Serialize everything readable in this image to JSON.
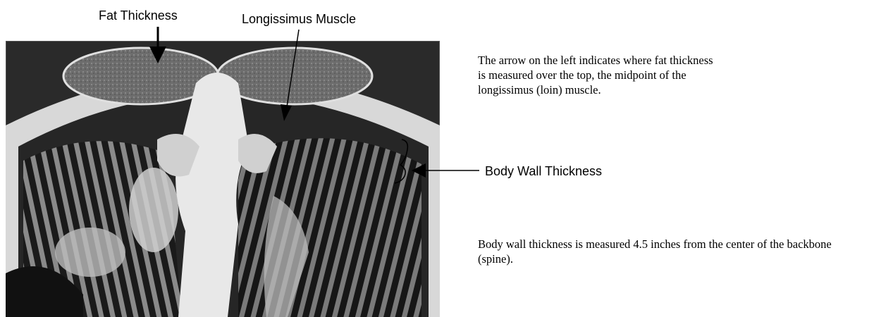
{
  "labels": {
    "fat_thickness": "Fat Thickness",
    "longissimus_muscle": "Longissimus Muscle",
    "body_wall_thickness": "Body Wall Thickness"
  },
  "captions": {
    "fat_caption": "The arrow on the left indicates where fat thickness is measured over the top, the midpoint of the longissimus (loin) muscle.",
    "body_wall_caption": "Body wall thickness is measured 4.5 inches from the center of the backbone (spine)."
  },
  "image": {
    "subject": "cross-section-scan"
  },
  "colors": {
    "text": "#000000",
    "background": "#ffffff"
  }
}
